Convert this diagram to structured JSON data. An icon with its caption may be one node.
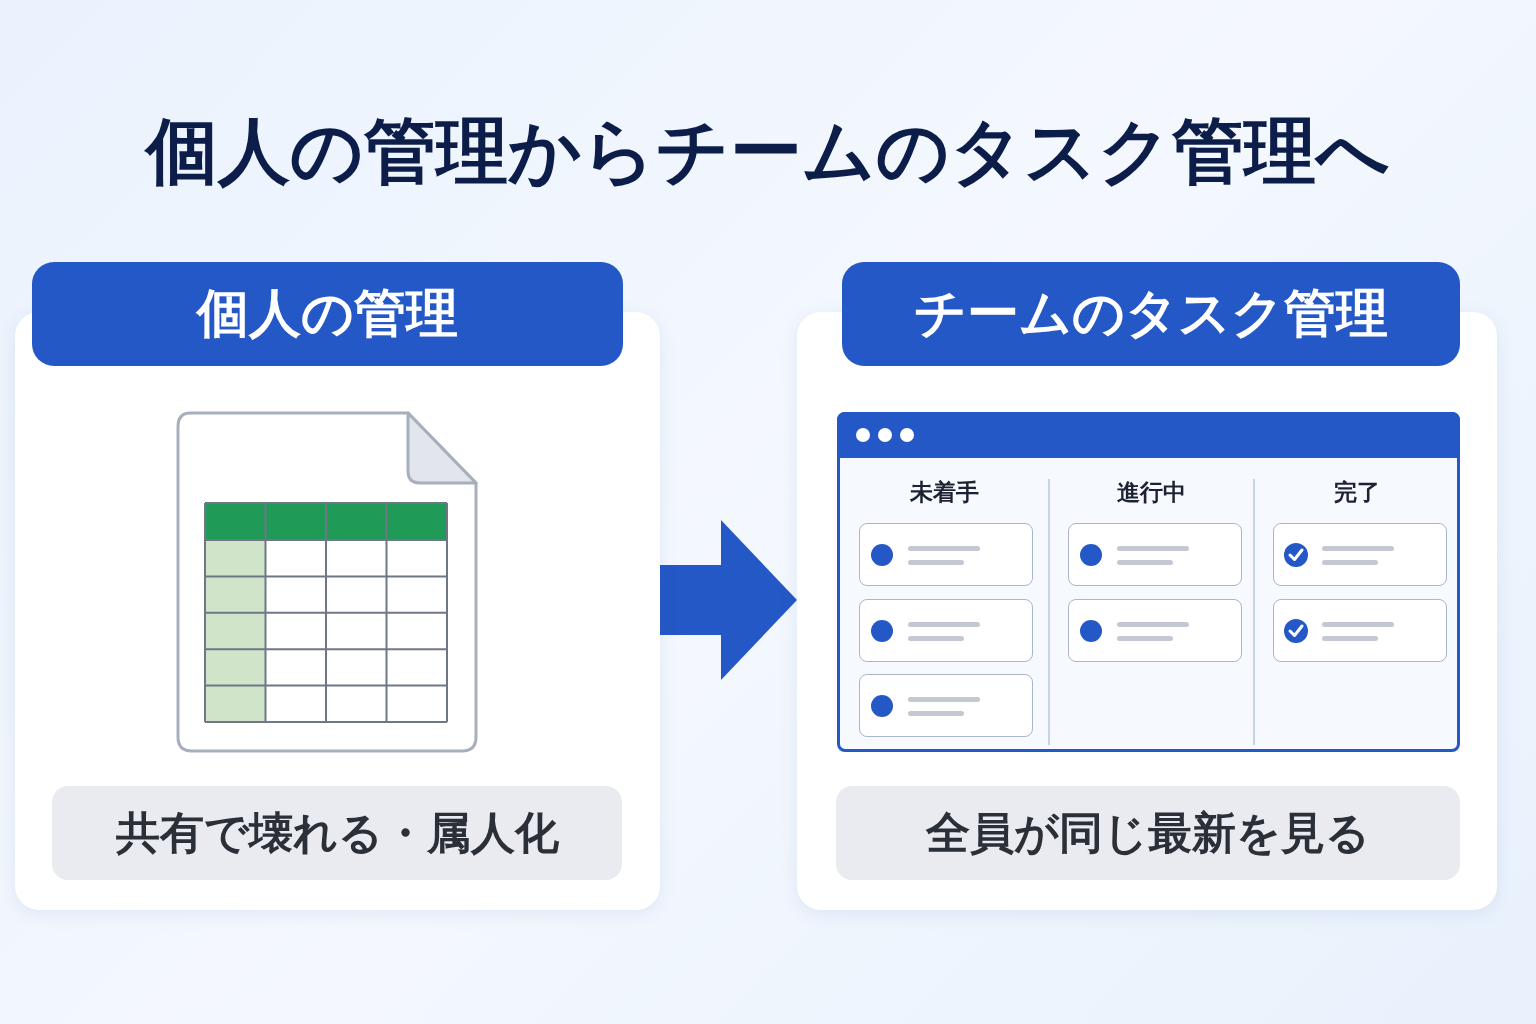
{
  "diagram": {
    "title": "個人の管理からチームのタスク管理へ",
    "nodes": [
      {
        "text": [
          "個人の管理"
        ]
      },
      {
        "text": [
          "共有で壊れる・属人化"
        ],
        "in": 0
      },
      {
        "text": [
          "チームのタスク管理"
        ]
      },
      {
        "text": [],
        "shape": "box",
        "in": 2
      },
      {
        "text": [
          "未着手"
        ],
        "in": 3
      },
      {
        "text": [
          "進行中"
        ],
        "in": 3
      },
      {
        "text": [
          "完了"
        ],
        "in": 3
      },
      {
        "text": [
          "全員が同じ最新を見る"
        ],
        "in": 2
      }
    ],
    "edges": [
      {
        "from": 0,
        "to": 2,
        "arrow": "to"
      }
    ]
  }
}
